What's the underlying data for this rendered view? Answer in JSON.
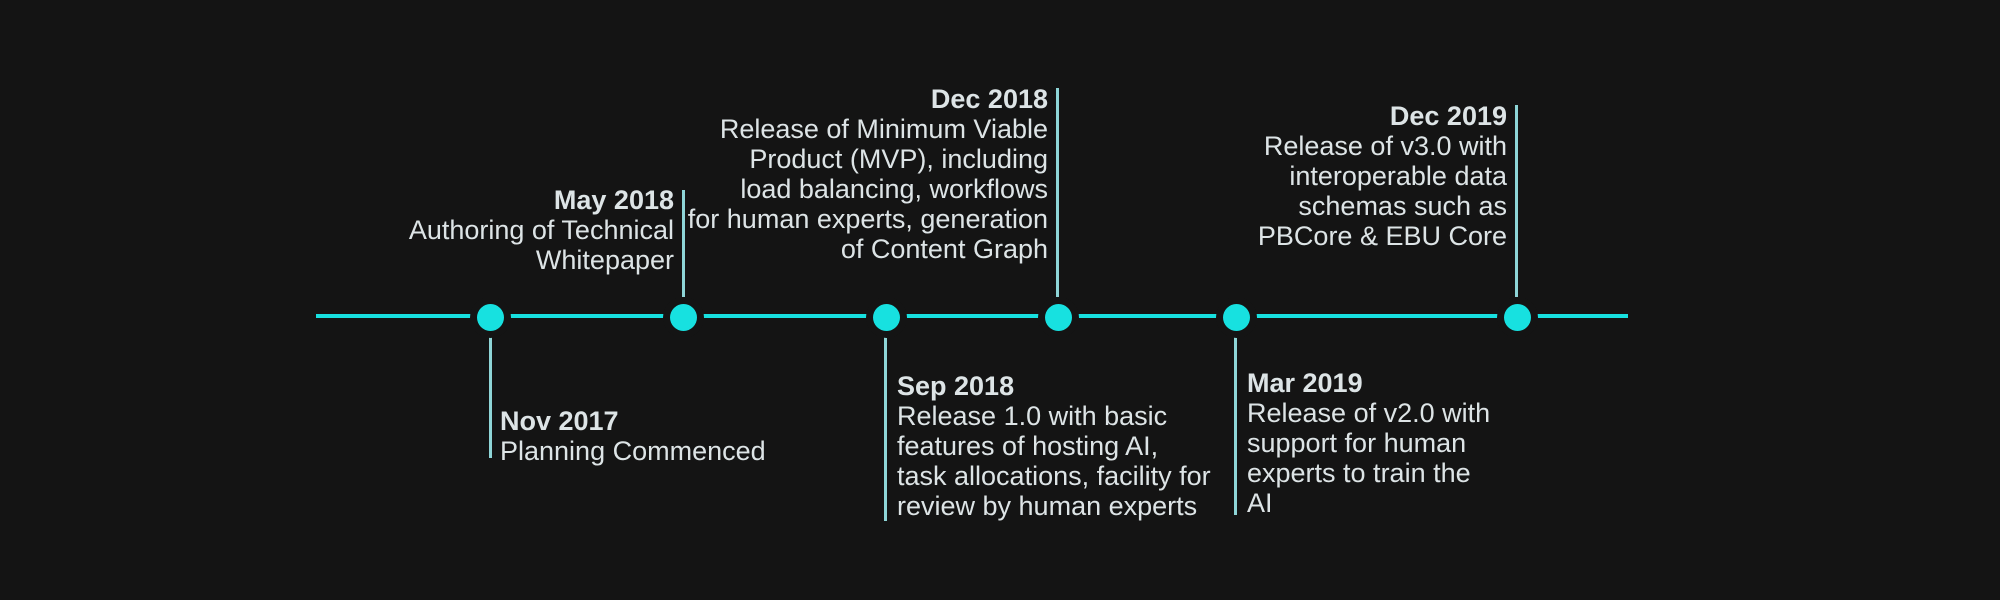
{
  "timeline": {
    "colors": {
      "background": "#141414",
      "accent": "#17e1e0",
      "leader_line": "#8ed5d7",
      "text": "#dde4e6"
    },
    "milestones": [
      {
        "date": "Nov 2017",
        "description": "Planning Commenced",
        "position": "below"
      },
      {
        "date": "May 2018",
        "description": "Authoring of Technical\nWhitepaper",
        "position": "above"
      },
      {
        "date": "Sep 2018",
        "description": "Release 1.0 with basic\nfeatures of hosting AI,\ntask allocations, facility for\nreview by human experts",
        "position": "below"
      },
      {
        "date": "Dec 2018",
        "description": "Release of Minimum Viable\nProduct (MVP), including\nload balancing, workflows\nfor human experts, generation\nof Content Graph",
        "position": "above"
      },
      {
        "date": "Mar 2019",
        "description": "Release of v2.0 with\nsupport for human\nexperts to train the\nAI",
        "position": "below"
      },
      {
        "date": "Dec 2019",
        "description": "Release of v3.0 with\ninteroperable data\nschemas such as\nPBCore & EBU Core",
        "position": "above"
      }
    ]
  }
}
